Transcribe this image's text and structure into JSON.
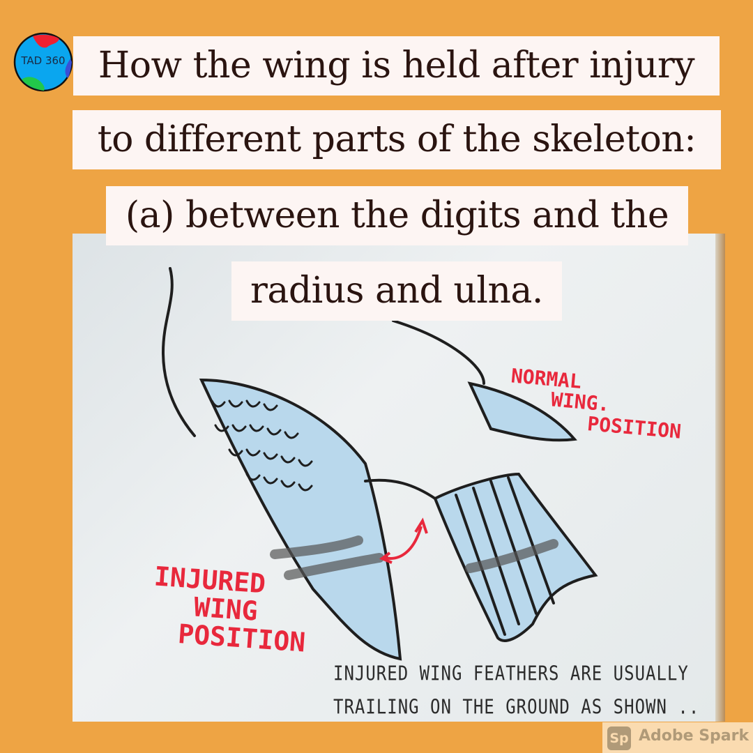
{
  "logo": {
    "text": "TAD 360"
  },
  "title": {
    "lines": [
      "How the wing is held after injury",
      "to different parts of the skeleton:",
      "(a) between the digits and the",
      "radius and ulna."
    ]
  },
  "drawing": {
    "normal_label": [
      "NORMAL",
      "WING.",
      "POSITION"
    ],
    "injured_label": [
      "INJURED",
      "WING",
      "POSITION"
    ],
    "caption": [
      "INJURED WING FEATHERS ARE USUALLY",
      "TRAILING ON THE GROUND AS SHOWN .."
    ],
    "label_color": "#e8283c"
  },
  "watermark": {
    "icon": "Sp",
    "text": "Adobe Spark"
  }
}
